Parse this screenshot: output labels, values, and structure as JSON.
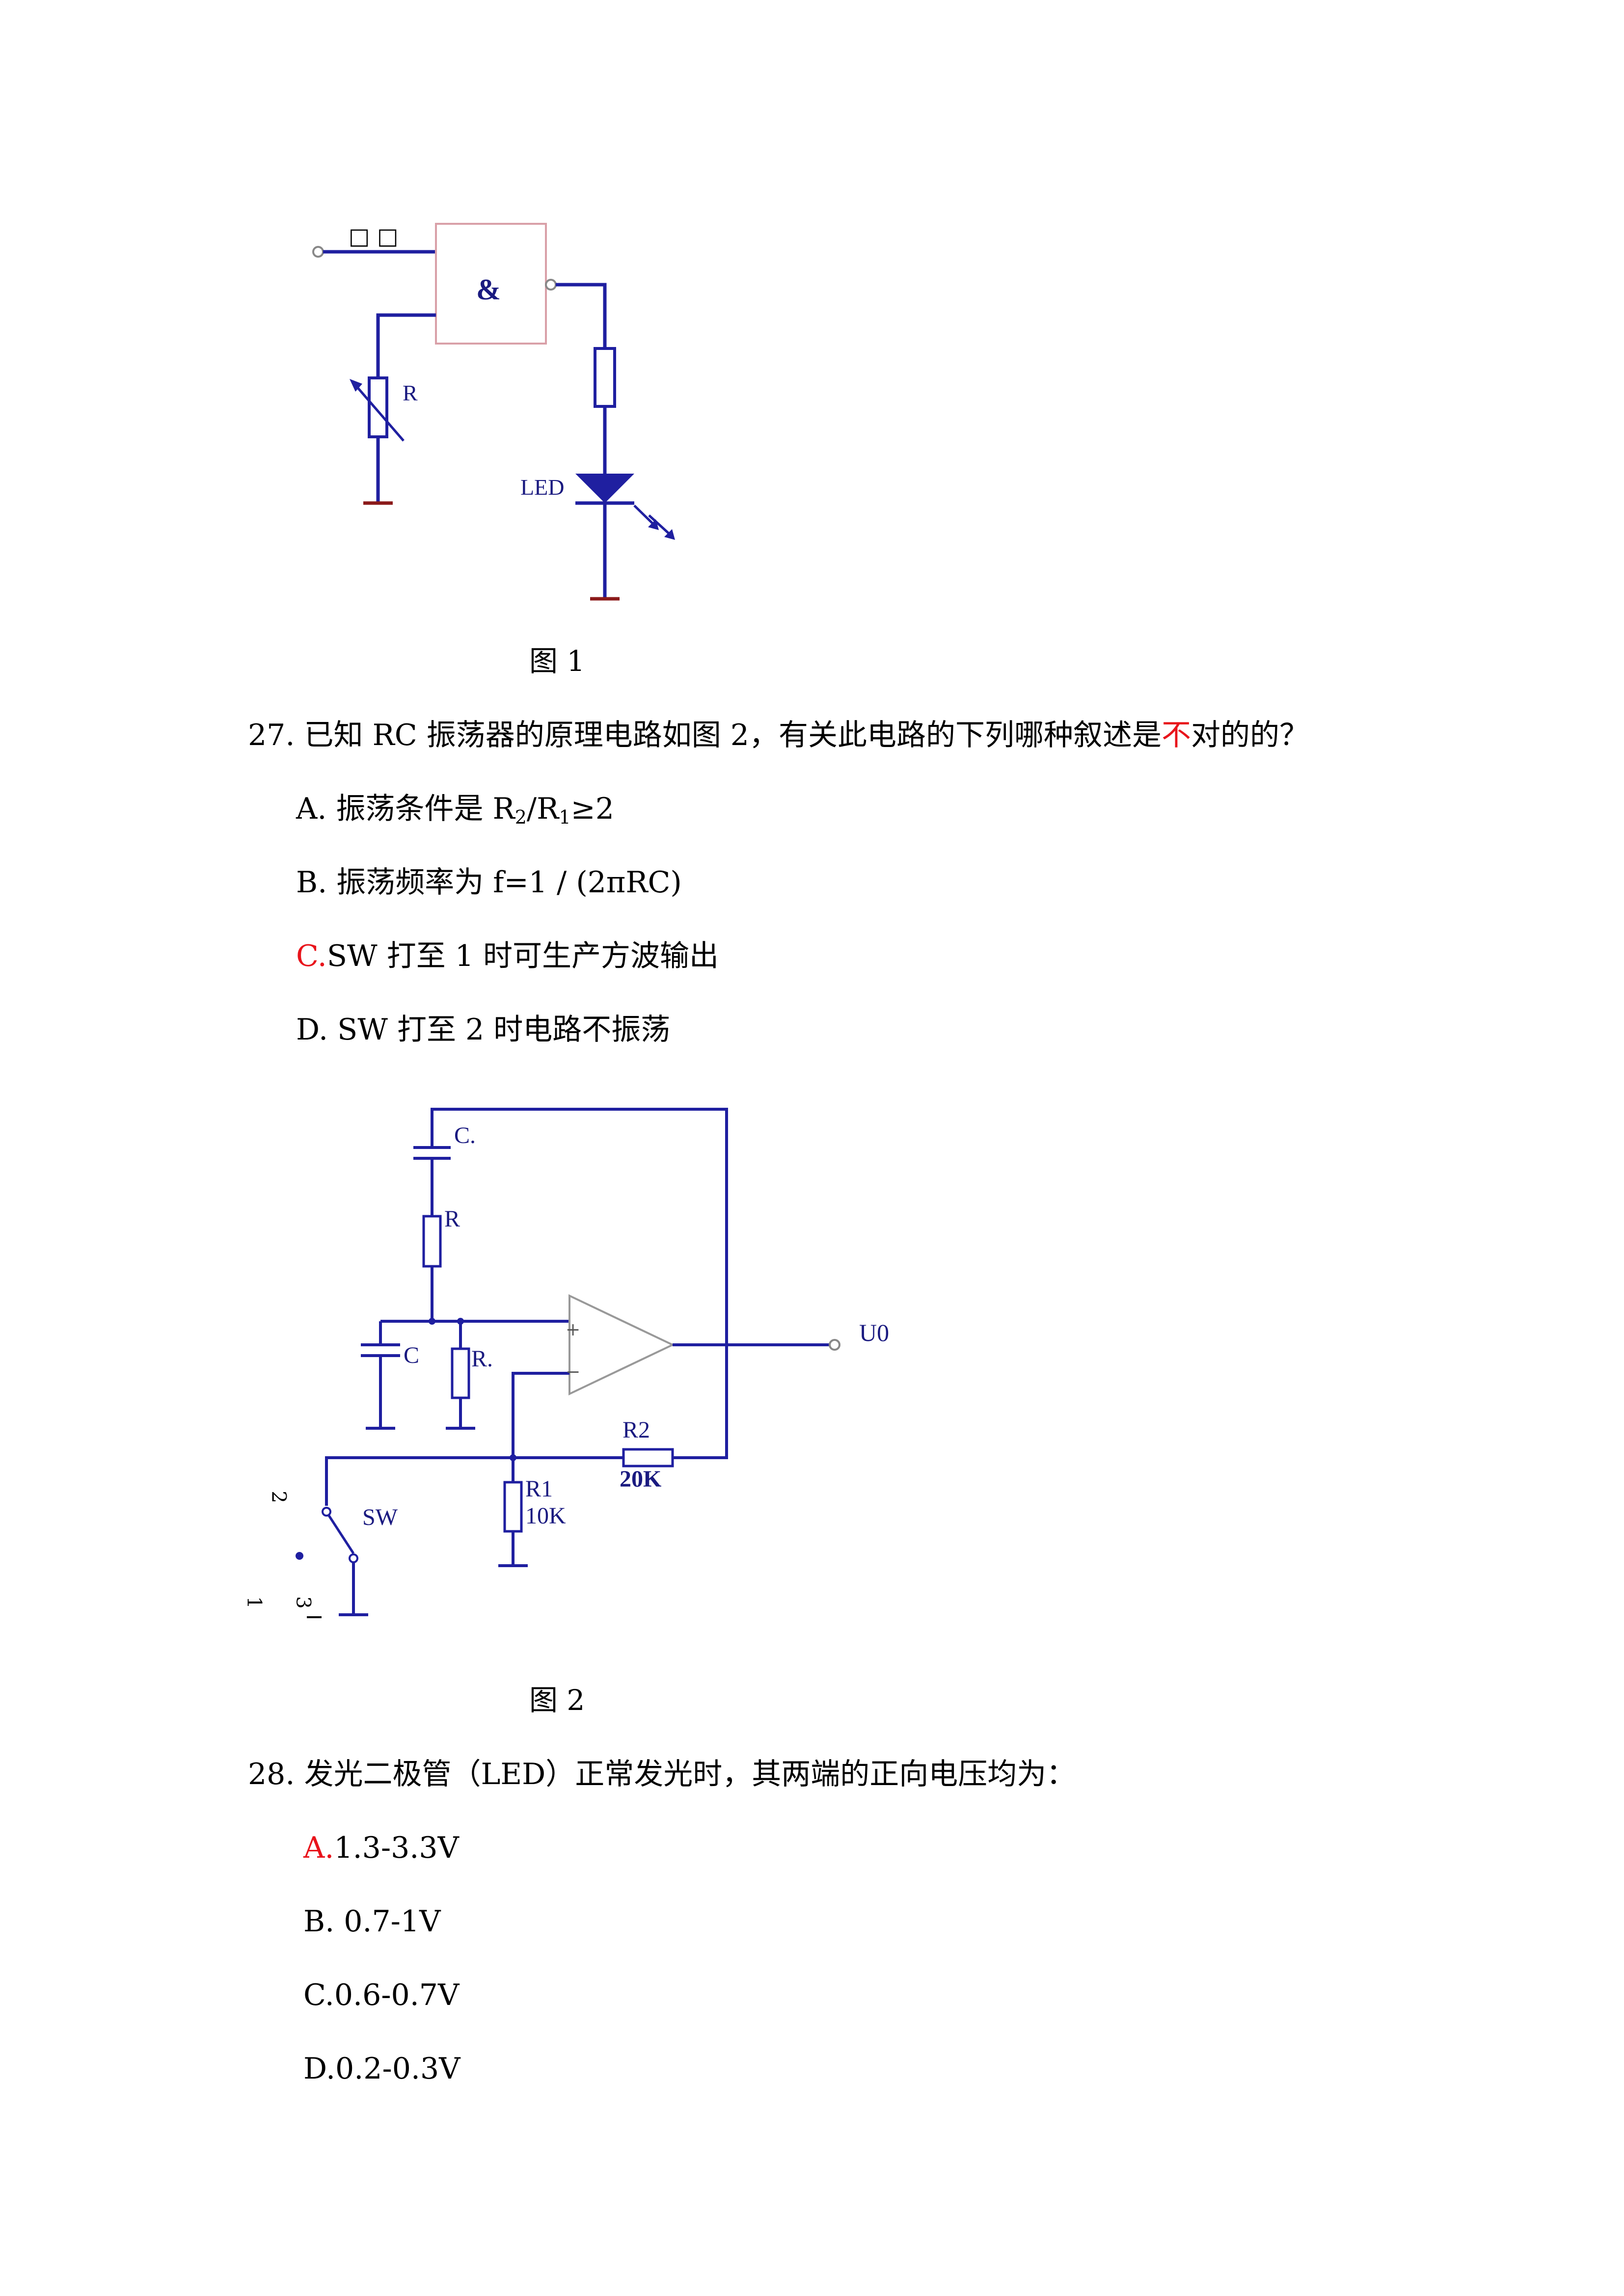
{
  "figure1": {
    "input_label": "□ □",
    "gate_symbol": "&",
    "resistor_label": "R",
    "led_label": "LED",
    "caption": "图 1"
  },
  "q27": {
    "stem_a": "27. 已知 RC 振荡器的原理电路如图 2，有关此电路的下列哪种叙述是",
    "stem_highlight": "不",
    "stem_b": "对的的？",
    "a": {
      "prefix": "A.  振荡条件是 R",
      "sub1": "2",
      "mid": "/R",
      "sub2": "1",
      "suffix": "≥2"
    },
    "b": "B.  振荡频率为 f=1 / (2πRC)",
    "c": {
      "letter": "C.",
      "text": "SW 打至 1 时可生产方波输出"
    },
    "d": " D.  SW 打至 2 时电路不振荡"
  },
  "figure2": {
    "c_top_label": "C.",
    "r_top_label": "R",
    "c_bottom_label": "C",
    "r_bottom_label": "R.",
    "plus_sign": "+",
    "minus_sign": "−",
    "output_label": "U0",
    "r2_name": "R2",
    "r2_value": "20K",
    "r1_name": "R1",
    "r1_value": "10K",
    "sw_label": "SW",
    "pin1": "1",
    "pin2": "2",
    "pin3": "3",
    "caption": "图 2"
  },
  "q28": {
    "stem": "28. 发光二极管（LED）正常发光时，其两端的正向电压均为：",
    "a": {
      "letter": "A.",
      "text": "1.3-3.3V"
    },
    "b": "B.  0.7-1V",
    "c": "C.0.6-0.7V",
    "d": "D.0.2-0.3V"
  },
  "colors": {
    "wire": "#1f1fa0",
    "ground": "#8b1a1a",
    "gate_border": "#d9a0a8",
    "highlight": "#e8141b"
  }
}
